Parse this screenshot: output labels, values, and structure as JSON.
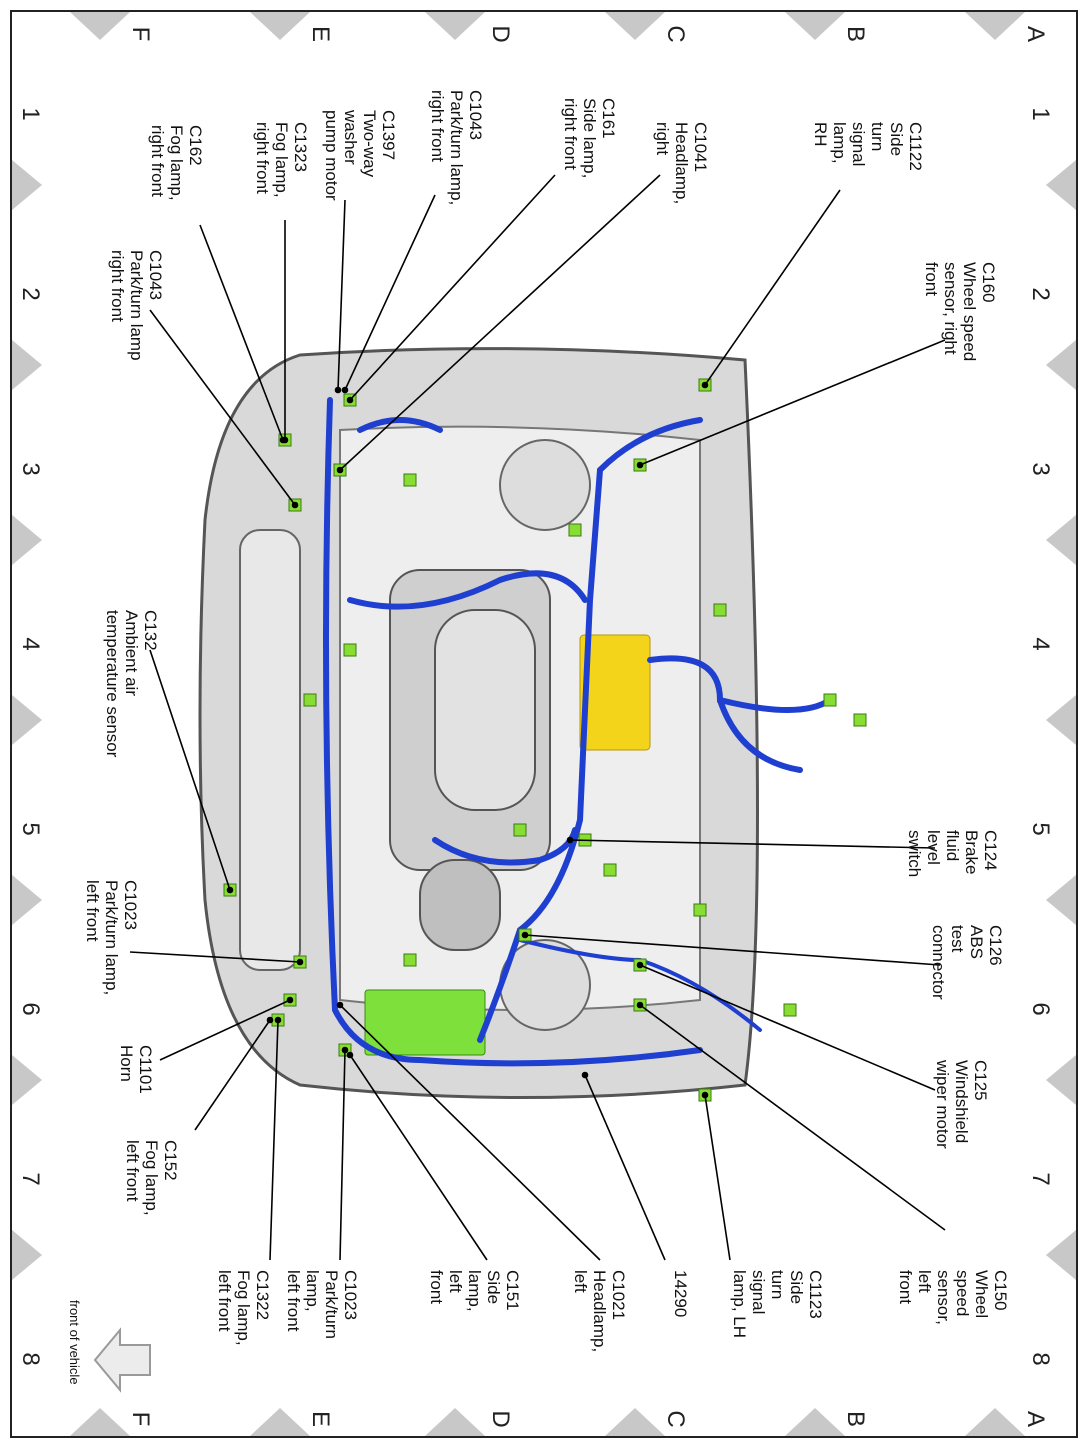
{
  "grid": {
    "rows": [
      "A",
      "B",
      "C",
      "D",
      "E",
      "F"
    ],
    "cols": [
      "1",
      "2",
      "3",
      "4",
      "5",
      "6",
      "7",
      "8"
    ]
  },
  "callouts": [
    {
      "id": "c1122",
      "lines": [
        "C1122",
        "Side",
        "turn",
        "signal",
        "lamp,",
        "RH"
      ]
    },
    {
      "id": "c160",
      "lines": [
        "C160",
        "Wheel speed",
        "sensor, right",
        "front"
      ]
    },
    {
      "id": "c1041",
      "lines": [
        "C1041",
        "Headlamp,",
        "right"
      ]
    },
    {
      "id": "c161",
      "lines": [
        "C161",
        "Side lamp,",
        "right front"
      ]
    },
    {
      "id": "c1043a",
      "lines": [
        "C1043",
        "Park/turn lamp,",
        "right front"
      ]
    },
    {
      "id": "c1397",
      "lines": [
        "C1397",
        "Two-way",
        "washer",
        "pump motor"
      ]
    },
    {
      "id": "c1323",
      "lines": [
        "C1323",
        "Fog lamp,",
        "right front"
      ]
    },
    {
      "id": "c162",
      "lines": [
        "C162",
        "Fog lamp,",
        "right front"
      ]
    },
    {
      "id": "c1043b",
      "lines": [
        "C1043",
        "Park/turn lamp",
        "right front"
      ]
    },
    {
      "id": "c132",
      "lines": [
        "C132",
        "Ambient air",
        "temperature sensor"
      ]
    },
    {
      "id": "c1023a",
      "lines": [
        "C1023",
        "Park/turn lamp,",
        "left front"
      ]
    },
    {
      "id": "c1101",
      "lines": [
        "C1101",
        "Horn"
      ]
    },
    {
      "id": "c152",
      "lines": [
        "C152",
        "Fog lamp,",
        "left front"
      ]
    },
    {
      "id": "c1023b",
      "lines": [
        "C1023",
        "Park/turn",
        "lamp,",
        "left front"
      ]
    },
    {
      "id": "c1322",
      "lines": [
        "C1322",
        "Fog lamp,",
        "left front"
      ]
    },
    {
      "id": "c151",
      "lines": [
        "C151",
        "Side",
        "lamp,",
        "left",
        "front"
      ]
    },
    {
      "id": "c1021",
      "lines": [
        "C1021",
        "Headlamp,",
        "left"
      ]
    },
    {
      "id": "p14290",
      "lines": [
        "14290"
      ]
    },
    {
      "id": "c1123",
      "lines": [
        "C1123",
        "Side",
        "turn",
        "signal",
        "lamp, LH"
      ]
    },
    {
      "id": "c150",
      "lines": [
        "C150",
        "Wheel",
        "speed",
        "sensor,",
        "left",
        "front"
      ]
    },
    {
      "id": "c124",
      "lines": [
        "C124",
        "Brake",
        "fluid",
        "level",
        "switch"
      ]
    },
    {
      "id": "c126",
      "lines": [
        "C126",
        "ABS",
        "test",
        "connector"
      ]
    },
    {
      "id": "c125",
      "lines": [
        "C125",
        "Windshield",
        "wiper motor"
      ]
    }
  ],
  "front_label": "front of vehicle",
  "colors": {
    "harness": "#1f3fd0",
    "connector": "#88dd33",
    "module": "#f3d41a",
    "fusebox": "#7ee03a"
  }
}
